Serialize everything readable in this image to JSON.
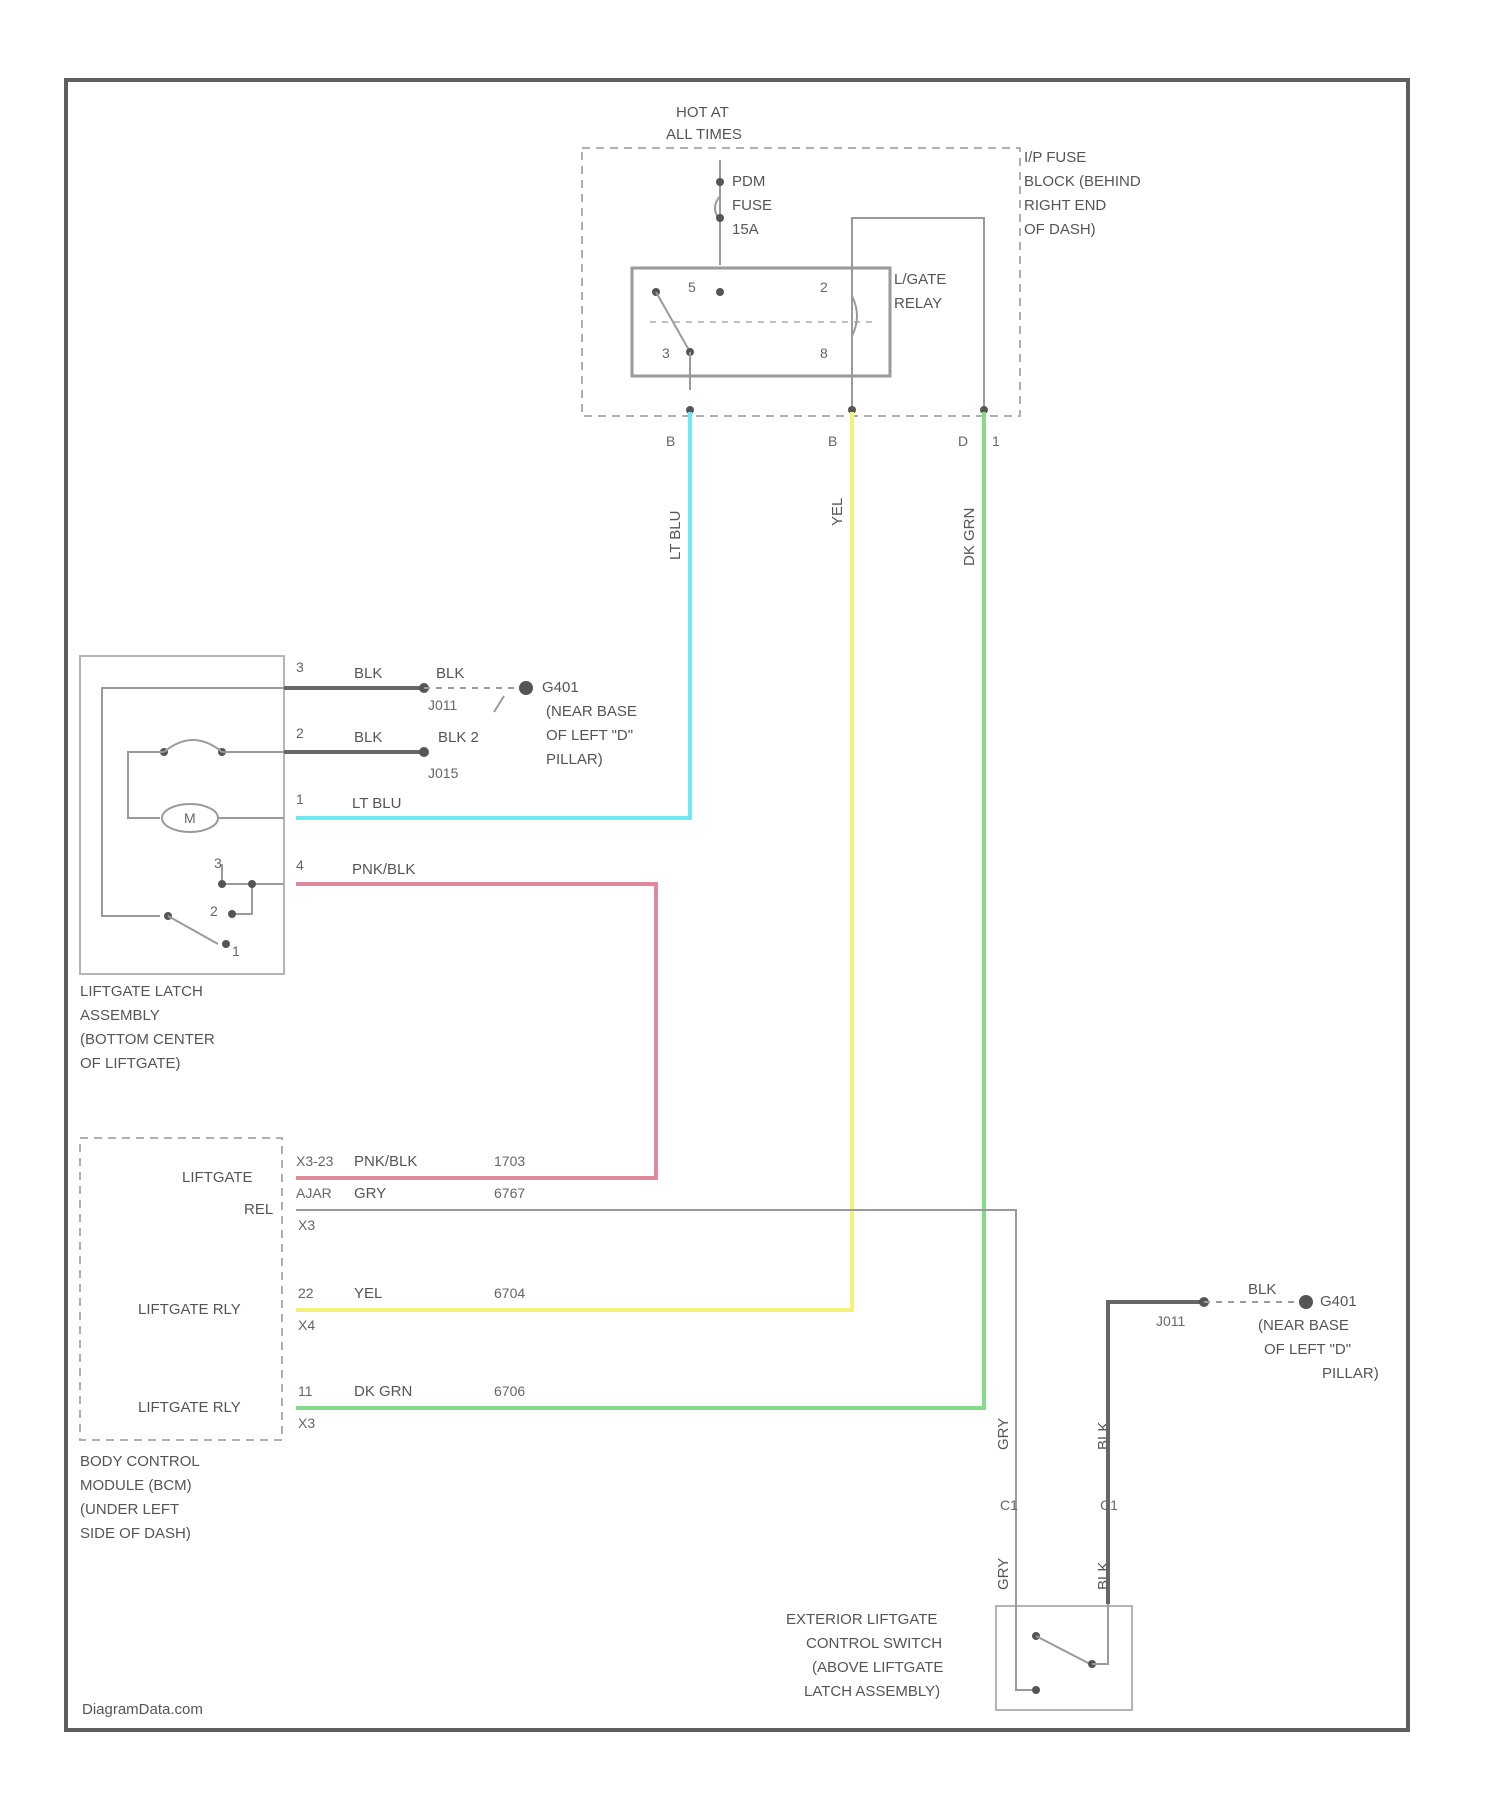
{
  "colors": {
    "lt_blu": "#6fe8f2",
    "yel": "#f3f27a",
    "dk_grn": "#86dc86",
    "pnk_blk": "#de8a99",
    "blk": "#666666",
    "gry": "#c8c8c8"
  },
  "fuse_block": {
    "hot_at_all_times": [
      "HOT AT",
      "ALL TIMES"
    ],
    "fuse": [
      "PDM",
      "FUSE",
      "15A"
    ],
    "location": [
      "I/P FUSE",
      "BLOCK (BEHIND",
      "RIGHT END",
      "OF DASH)"
    ],
    "relay": [
      "L/GATE",
      "RELAY"
    ],
    "relay_pins": [
      "5",
      "3",
      "2",
      "8"
    ],
    "cavities": [
      "B",
      "B",
      "D"
    ],
    "cav_d_suffix": "1"
  },
  "wires": {
    "lt_blu": "LT BLU",
    "yel": "YEL",
    "dk_grn": "DK GRN",
    "blk": "BLK",
    "blk_2": "BLK 2",
    "pnk_blk": "PNK/BLK",
    "gry": "GRY"
  },
  "latch": {
    "label": [
      "LIFTGATE LATCH",
      "ASSEMBLY",
      "(BOTTOM CENTER",
      "OF LIFTGATE)"
    ],
    "pins": [
      "3",
      "2",
      "1",
      "4"
    ],
    "switch_pins": [
      "3",
      "2",
      "1"
    ],
    "motor": "M",
    "splice_1": "J011",
    "splice_2": "J015"
  },
  "ground": {
    "name": "G401",
    "desc": [
      "(NEAR BASE",
      "OF LEFT \"D\"",
      "PILLAR)"
    ]
  },
  "bcm": {
    "label": [
      "BODY CONTROL",
      "MODULE (BCM)",
      "(UNDER LEFT",
      "SIDE OF DASH)"
    ],
    "rows": [
      {
        "name": "LIFTGATE",
        "pin": "X3-23",
        "wire": "PNK/BLK",
        "code": "1703"
      },
      {
        "name": "REL",
        "pin": "X3",
        "wire": "GRY",
        "code": "6767",
        "extra": "AJAR"
      },
      {
        "name": "LIFTGATE RLY",
        "pin": "22",
        "wire": "YEL",
        "code": "6704",
        "sub": "X4"
      },
      {
        "name": "LIFTGATE RLY",
        "pin": "11",
        "wire": "DK GRN",
        "code": "6706",
        "sub": "X3"
      }
    ]
  },
  "ext_switch": {
    "label": [
      "EXTERIOR LIFTGATE",
      "CONTROL SWITCH",
      "(ABOVE LIFTGATE",
      "LATCH ASSEMBLY)"
    ],
    "conn_left": "C1",
    "conn_right": "C1",
    "splice": "J011"
  },
  "watermark": "DiagramData.com"
}
